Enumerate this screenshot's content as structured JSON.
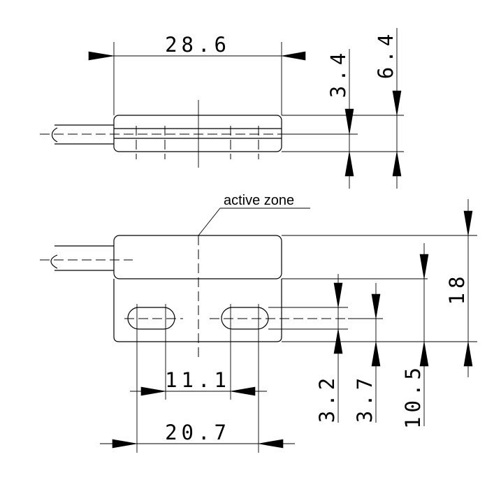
{
  "drawing": {
    "dims": {
      "length": "28.6",
      "gap_small": "3.4",
      "gap_large": "6.4",
      "height": "18",
      "slot_inner": "11.1",
      "slot_outer": "20.7",
      "slot_w_small": "3.2",
      "slot_w_large": "3.7",
      "slot_offset": "10.5"
    },
    "label_active_zone": "active zone"
  }
}
